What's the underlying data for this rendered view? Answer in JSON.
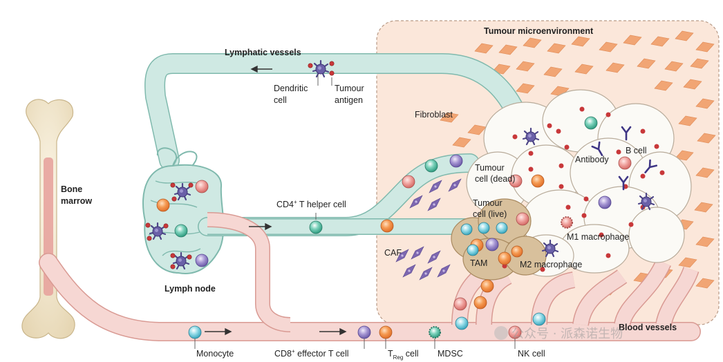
{
  "labels": {
    "tumour_microenvironment": "Tumour microenvironment",
    "lymphatic_vessels": "Lymphatic vessels",
    "dendritic_cell_l1": "Dendritic",
    "dendritic_cell_l2": "cell",
    "tumour_antigen_l1": "Tumour",
    "tumour_antigen_l2": "antigen",
    "fibroblast": "Fibroblast",
    "antibody": "Antibody",
    "b_cell": "B cell",
    "tumour_cell_dead_l1": "Tumour",
    "tumour_cell_dead_l2": "cell (dead)",
    "bone_marrow_l1": "Bone",
    "bone_marrow_l2": "marrow",
    "cd4_prefix": "CD4",
    "cd4_sup": "+",
    "cd4_suffix": " T helper cell",
    "tumour_cell_live_l1": "Tumour",
    "tumour_cell_live_l2": "cell (live)",
    "m1_macrophage": "M1 macrophage",
    "caf": "CAF",
    "tam": "TAM",
    "m2_macrophage": "M2 macrophage",
    "lymph_node": "Lymph node",
    "blood_vessels": "Blood vessels",
    "monocyte": "Monocyte",
    "cd8_prefix": "CD8",
    "cd8_sup": "+",
    "cd8_suffix": " effector T cell",
    "treg_t": "T",
    "treg_sub": "Reg",
    "treg_suffix": " cell",
    "mdsc": "MDSC",
    "nk_cell": "NK cell"
  },
  "watermark": "公众号 · 派森诺生物",
  "colors": {
    "tme_fill": "#fbe7da",
    "tme_border": "#b89a86",
    "lymph_vessel": "#cfe9e3",
    "lymph_vessel_edge": "#7fb9ad",
    "blood_vessel": "#f6d7d3",
    "blood_vessel_edge": "#d99a93",
    "fibroblast": "#f1a574",
    "caf": "#7d67b0",
    "tumour_cell": "#fbfaf6",
    "tumour_live": "#d8c09c",
    "dendritic": "#4e4689",
    "antigen": "#c8383a",
    "teal_cell": "#3fae92",
    "orange_cell": "#f0843d",
    "purple_cell": "#8d7dc0",
    "red_cell": "#e0807e",
    "bone": "#f1e7cf",
    "bone_marrow": "#e7a39d"
  }
}
